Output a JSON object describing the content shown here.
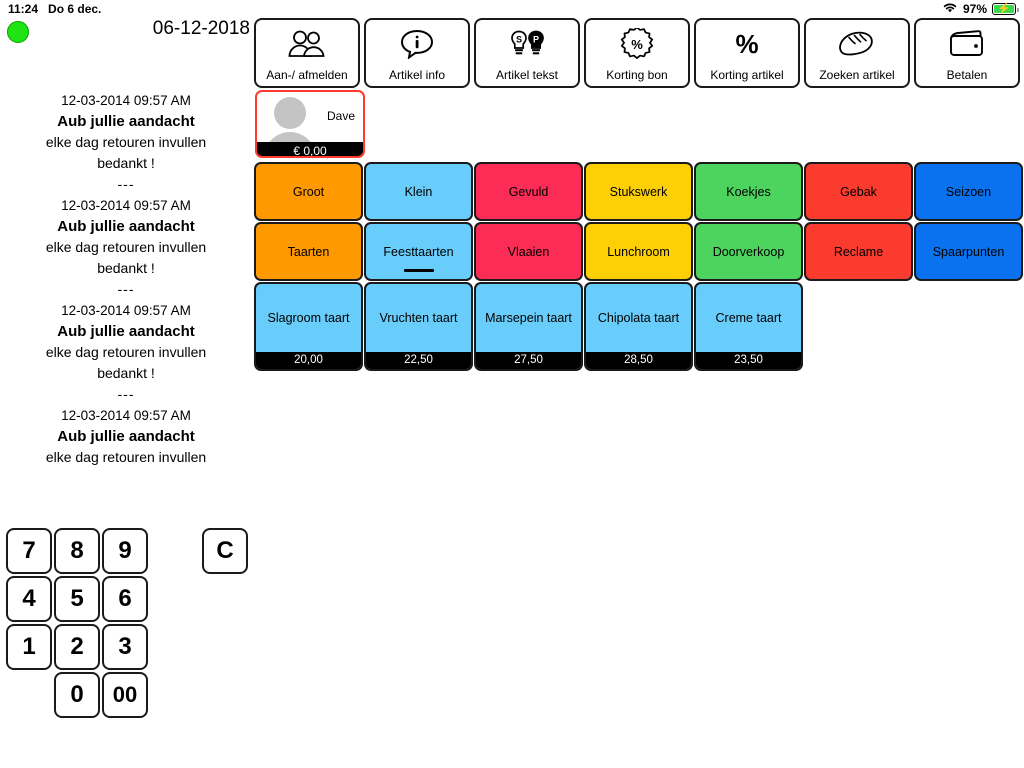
{
  "statusbar": {
    "time": "11:24",
    "date": "Do 6 dec.",
    "wifi_icon": "wifi-icon",
    "battery_percent": "97%",
    "battery_charging_icon": "bolt-icon"
  },
  "header": {
    "status_indicator": "green-circle-icon",
    "date": "06-12-2018"
  },
  "toolbar": {
    "buttons": [
      {
        "label": "Aan-/ afmelden",
        "icon": "two-people-icon"
      },
      {
        "label": "Artikel info",
        "icon": "info-speech-bubble-icon"
      },
      {
        "label": "Artikel tekst",
        "icon": "two-bulbs-sp-icon"
      },
      {
        "label": "Korting bon",
        "icon": "percent-badge-icon"
      },
      {
        "label": "Korting artikel",
        "icon": "percent-icon"
      },
      {
        "label": "Zoeken artikel",
        "icon": "bread-loaf-icon"
      },
      {
        "label": "Betalen",
        "icon": "wallet-icon"
      }
    ]
  },
  "customer_card": {
    "name": "Dave",
    "amount": "€ 0,00",
    "avatar_icon": "user-avatar-icon",
    "selected": true
  },
  "categories": {
    "row1": [
      {
        "label": "Groot",
        "color": "#FF9900",
        "selected": false
      },
      {
        "label": "Klein",
        "color": "#68CDFB",
        "selected": false
      },
      {
        "label": "Gevuld",
        "color": "#FB2C55",
        "selected": false
      },
      {
        "label": "Stukswerk",
        "color": "#FCD005",
        "selected": false
      },
      {
        "label": "Koekjes",
        "color": "#4CD45E",
        "selected": false
      },
      {
        "label": "Gebak",
        "color": "#FB3B2E",
        "selected": false
      },
      {
        "label": "Seizoen",
        "color": "#0A72EE",
        "selected": false
      }
    ],
    "row2": [
      {
        "label": "Taarten",
        "color": "#FF9900",
        "selected": false
      },
      {
        "label": "Feesttaarten",
        "color": "#68CDFB",
        "selected": true
      },
      {
        "label": "Vlaaien",
        "color": "#FB2C55",
        "selected": false
      },
      {
        "label": "Lunchroom",
        "color": "#FCD005",
        "selected": false
      },
      {
        "label": "Doorverkoop",
        "color": "#4CD45E",
        "selected": false
      },
      {
        "label": "Reclame",
        "color": "#FB3B2E",
        "selected": false
      },
      {
        "label": "Spaarpunten",
        "color": "#0A72EE",
        "selected": false
      }
    ]
  },
  "products": [
    {
      "label": "Slagroom taart",
      "price": "20,00",
      "color": "#68CDFB"
    },
    {
      "label": "Vruchten taart",
      "price": "22,50",
      "color": "#68CDFB"
    },
    {
      "label": "Marsepein taart",
      "price": "27,50",
      "color": "#68CDFB"
    },
    {
      "label": "Chipolata taart",
      "price": "28,50",
      "color": "#68CDFB"
    },
    {
      "label": "Creme taart",
      "price": "23,50",
      "color": "#68CDFB"
    }
  ],
  "messages": [
    {
      "time": "12-03-2014 09:57 AM",
      "title": "Aub jullie aandacht",
      "line1": "elke dag retouren invullen",
      "line2": "bedankt !",
      "separator": "---"
    },
    {
      "time": "12-03-2014 09:57 AM",
      "title": "Aub jullie aandacht",
      "line1": "elke dag retouren invullen",
      "line2": "bedankt !",
      "separator": "---"
    },
    {
      "time": "12-03-2014 09:57 AM",
      "title": "Aub jullie aandacht",
      "line1": "elke dag retouren invullen",
      "line2": "bedankt !",
      "separator": "---"
    },
    {
      "time": "12-03-2014 09:57 AM",
      "title": "Aub jullie aandacht",
      "line1": "elke dag retouren invullen",
      "line2": "",
      "separator": ""
    }
  ],
  "keypad": {
    "rows": [
      [
        "7",
        "8",
        "9"
      ],
      [
        "4",
        "5",
        "6"
      ],
      [
        "1",
        "2",
        "3"
      ],
      [
        "",
        "0",
        "00"
      ]
    ],
    "clear_label": "C"
  }
}
